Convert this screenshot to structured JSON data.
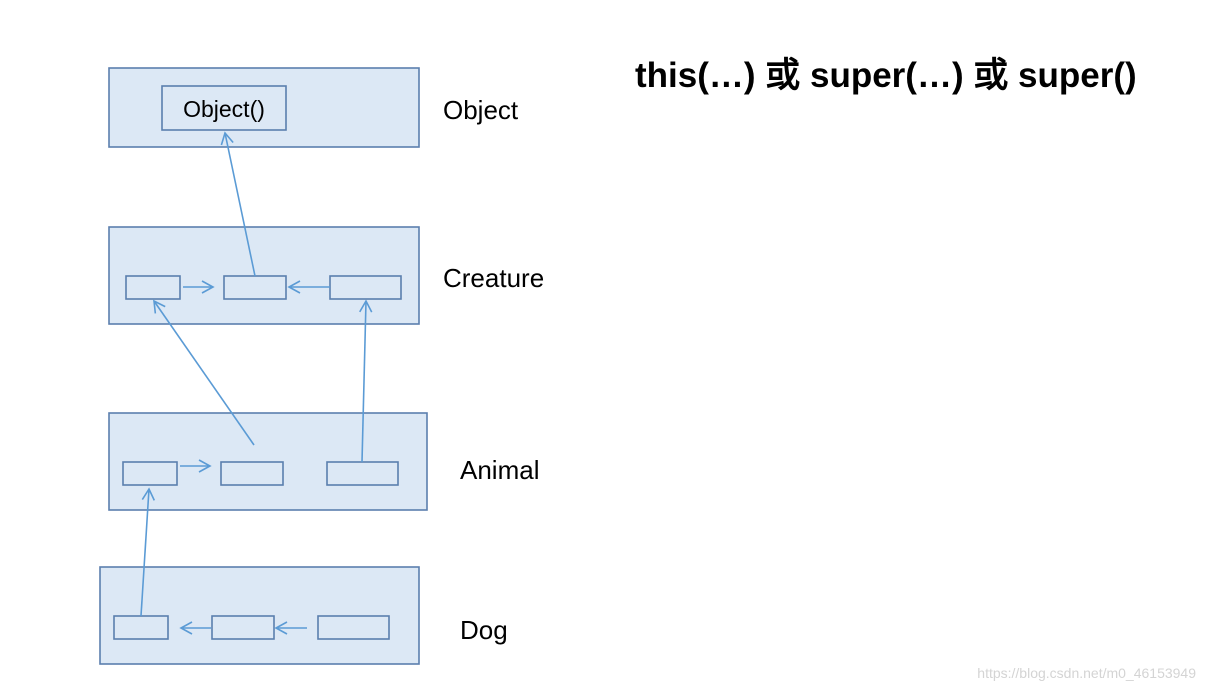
{
  "heading": "this(…) 或 super(…) 或 super()",
  "watermark": "https://blog.csdn.net/m0_46153949",
  "layers": {
    "object": "Object",
    "creature": "Creature",
    "animal": "Animal",
    "dog": "Dog"
  },
  "object_constructor": "Object()",
  "colors": {
    "layer_fill": "#dce8f5",
    "layer_border": "#5b7fae",
    "arrow": "#5b9bd5",
    "text": "#000000"
  }
}
